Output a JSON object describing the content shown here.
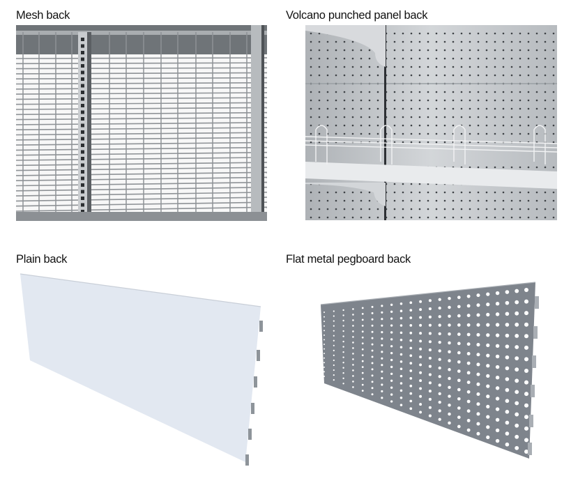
{
  "panels": [
    {
      "caption": "Mesh back",
      "image": "mesh-back-photo"
    },
    {
      "caption": "Volcano punched panel back",
      "image": "volcano-panel-photo"
    },
    {
      "caption": "Plain back",
      "image": "plain-back-render"
    },
    {
      "caption": "Flat metal pegboard back",
      "image": "pegboard-back-render"
    }
  ],
  "colors": {
    "mesh_wire": "#8e9296",
    "upright": "#b7bbbe",
    "volcano_panel": "#c4c8cc",
    "plain_panel": "#e2e8f1",
    "pegboard": "#7e848c"
  }
}
